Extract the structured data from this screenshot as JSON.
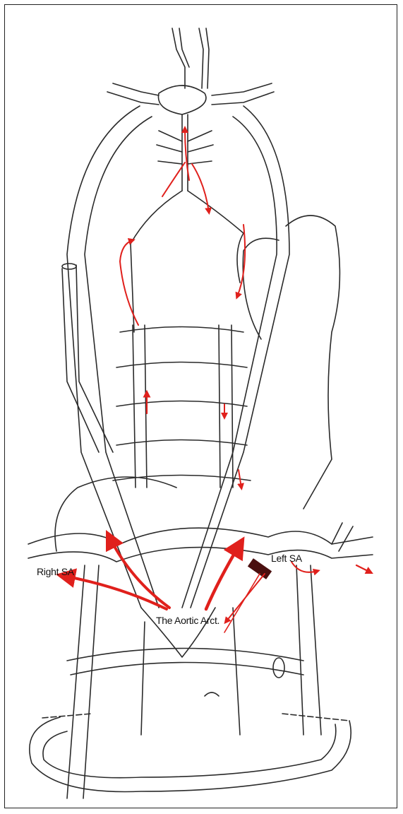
{
  "labels": {
    "right_sa": "Right SA",
    "left_sa": "Left SA",
    "aortic_arch": "The Aortic Arct."
  },
  "colors": {
    "vessel": "#2a2a2a",
    "flow_arrow": "#e0201c",
    "occlusion": "#4a0f0f"
  }
}
